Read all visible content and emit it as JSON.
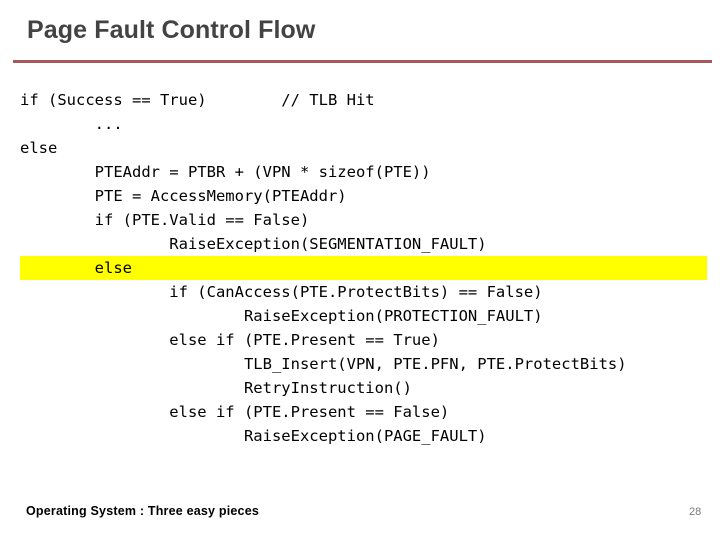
{
  "slide": {
    "title": "Page Fault Control Flow",
    "rule_color": "#a75a5e",
    "title_color": "#434343",
    "background_color": "#ffffff",
    "highlight_color": "#ffff00"
  },
  "code": {
    "lines": [
      {
        "text": "if (Success == True)        // TLB Hit",
        "highlighted": false
      },
      {
        "text": "        ...",
        "highlighted": false
      },
      {
        "text": "else",
        "highlighted": false
      },
      {
        "text": "        PTEAddr = PTBR + (VPN * sizeof(PTE))",
        "highlighted": false
      },
      {
        "text": "        PTE = AccessMemory(PTEAddr)",
        "highlighted": false
      },
      {
        "text": "        if (PTE.Valid == False)",
        "highlighted": false
      },
      {
        "text": "                RaiseException(SEGMENTATION_FAULT)",
        "highlighted": false
      },
      {
        "text": "        else",
        "highlighted": true
      },
      {
        "text": "                if (CanAccess(PTE.ProtectBits) == False)",
        "highlighted": false
      },
      {
        "text": "                        RaiseException(PROTECTION_FAULT)",
        "highlighted": false
      },
      {
        "text": "                else if (PTE.Present == True)",
        "highlighted": false
      },
      {
        "text": "                        TLB_Insert(VPN, PTE.PFN, PTE.ProtectBits)",
        "highlighted": false
      },
      {
        "text": "                        RetryInstruction()",
        "highlighted": false
      },
      {
        "text": "                else if (PTE.Present == False)",
        "highlighted": false
      },
      {
        "text": "                        RaiseException(PAGE_FAULT)",
        "highlighted": false
      }
    ]
  },
  "footer": {
    "text": "Operating System : Three easy pieces",
    "page_number": "28"
  }
}
